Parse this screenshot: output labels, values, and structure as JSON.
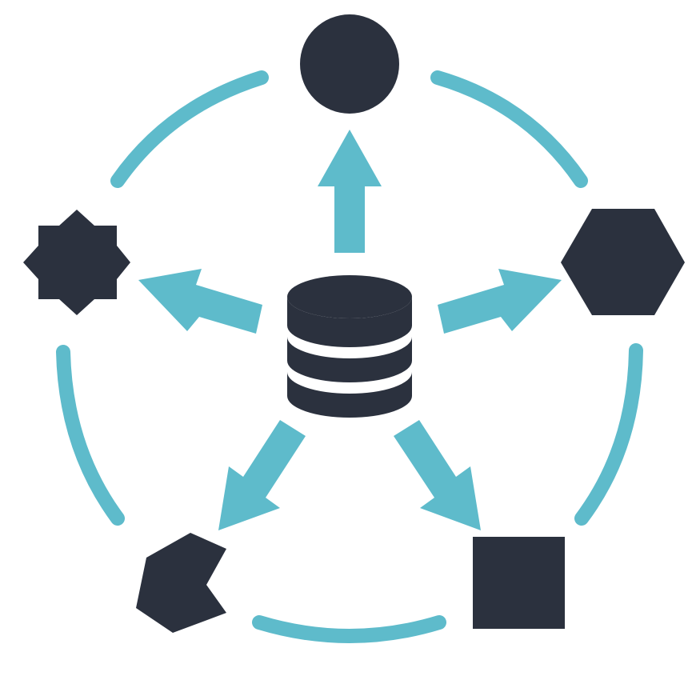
{
  "colors": {
    "accent": "#5EBBCB",
    "node": "#2B313E",
    "background": "#FFFFFF"
  },
  "hub": {
    "icon": "database-icon"
  },
  "nodes": [
    {
      "icon": "circle-icon",
      "shape": "circle"
    },
    {
      "icon": "hexagon-icon",
      "shape": "hexagon"
    },
    {
      "icon": "square-icon",
      "shape": "square"
    },
    {
      "icon": "notched-pentagon-icon",
      "shape": "notched-pentagon"
    },
    {
      "icon": "star-burst-icon",
      "shape": "eight-point-star"
    }
  ],
  "connections": [
    "hub-to-circle",
    "hub-to-hexagon",
    "hub-to-square",
    "hub-to-pentagon",
    "hub-to-star"
  ]
}
